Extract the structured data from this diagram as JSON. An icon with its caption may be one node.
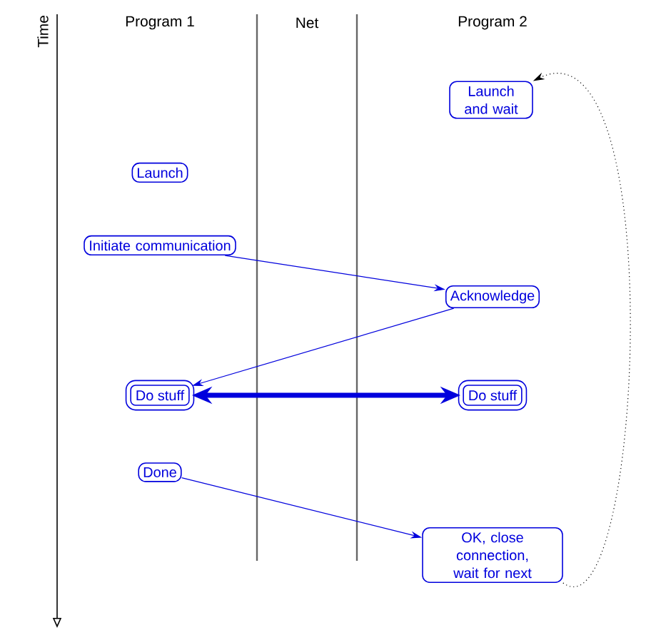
{
  "diagram": {
    "nodes": [
      {
        "text": [
          "Launch and wait"
        ]
      },
      {
        "text": [
          "Launch"
        ]
      },
      {
        "text": [
          "Initiate communication"
        ]
      },
      {
        "text": [
          "Acknowledge"
        ]
      },
      {
        "text": [
          "Do stuff"
        ]
      },
      {
        "text": [
          "Do stuff"
        ]
      },
      {
        "text": [
          "Done"
        ]
      },
      {
        "text": [
          "OK, close connection, wait for next"
        ]
      }
    ],
    "edges": [
      {
        "from": 2,
        "to": 3,
        "arrow": "to"
      },
      {
        "from": 3,
        "to": 4,
        "arrow": "to"
      },
      {
        "from": 4,
        "to": 5,
        "arrow": "both",
        "style": "thick"
      },
      {
        "from": 6,
        "to": 7,
        "arrow": "to"
      },
      {
        "from": 7,
        "to": 0,
        "arrow": "to",
        "style": "dashed",
        "color": "#000000"
      }
    ],
    "labels": [
      "Time",
      "Program 1",
      "Net",
      "Program 2"
    ]
  }
}
